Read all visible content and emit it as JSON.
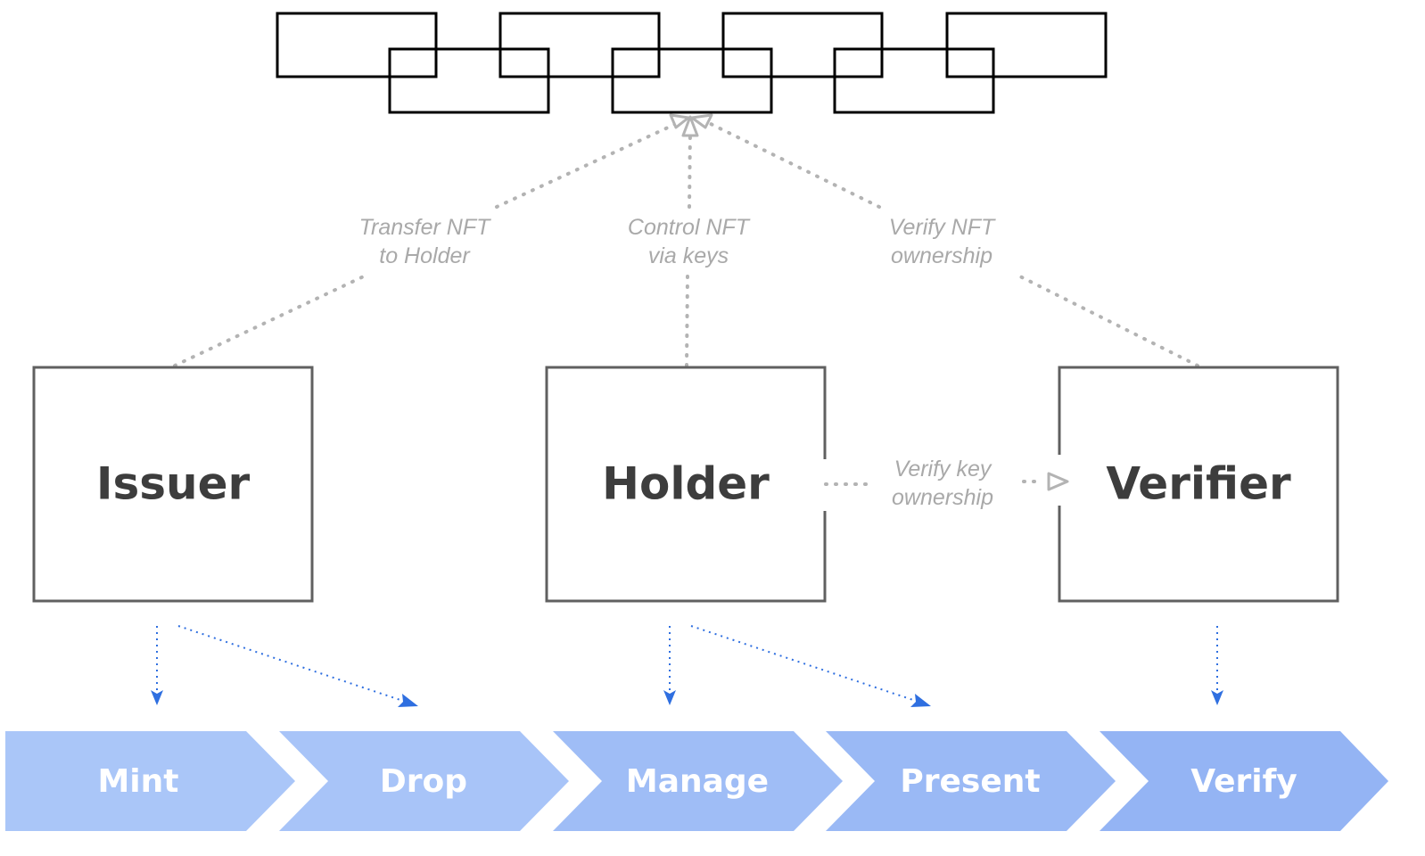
{
  "roles": {
    "issuer": "Issuer",
    "holder": "Holder",
    "verifier": "Verifier"
  },
  "edges": {
    "issuer_to_chain": [
      "Transfer NFT",
      "to Holder"
    ],
    "holder_to_chain": [
      "Control NFT",
      "via keys"
    ],
    "verifier_to_chain": [
      "Verify NFT",
      "ownership"
    ],
    "holder_to_verifier": [
      "Verify key",
      "ownership"
    ]
  },
  "steps": [
    "Mint",
    "Drop",
    "Manage",
    "Present",
    "Verify"
  ],
  "colors": {
    "chain_stroke": "#000000",
    "box_stroke": "#606060",
    "role_text": "#3d3d3d",
    "connector_gray": "#b3b3b3",
    "edge_text": "#a9a9a9",
    "step_arrow_blue": "#2f6fe0",
    "step_fills": [
      "#aac6f8",
      "#a8c4f8",
      "#9fbdf6",
      "#9ab9f5",
      "#94b4f4"
    ],
    "step_text": "#ffffff"
  }
}
